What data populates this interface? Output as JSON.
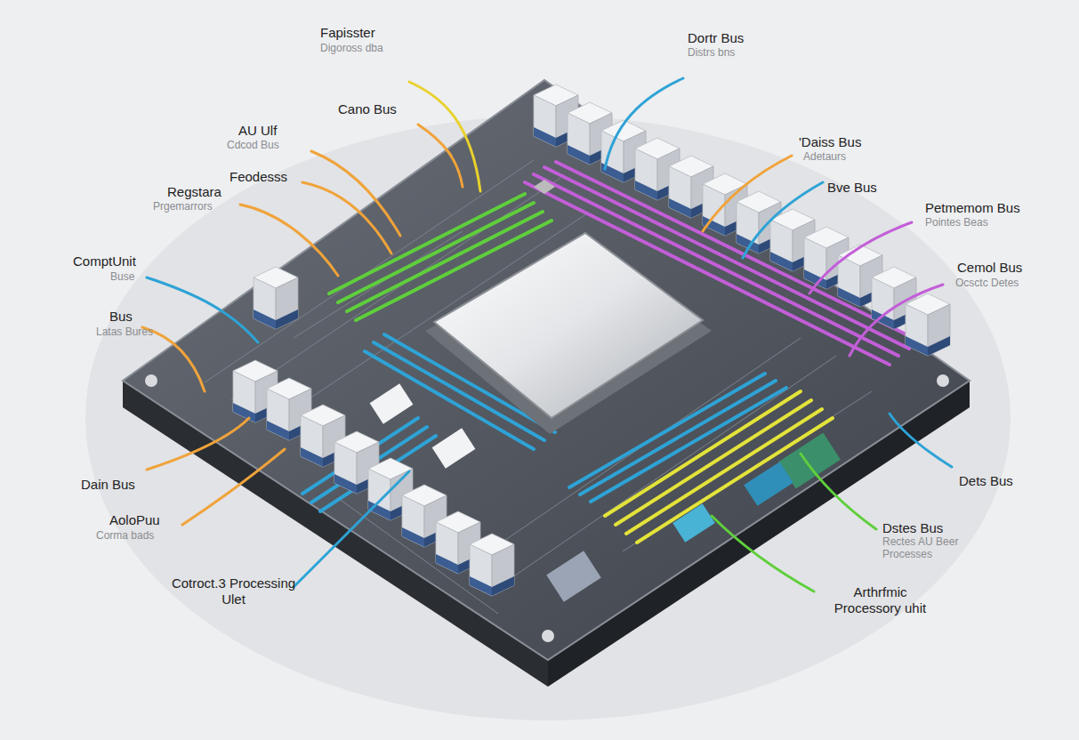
{
  "diagram": {
    "labels": [
      "Fapisster",
      "Digoross dba",
      "Cano Bus",
      "AU Ulf",
      "Cdcod Bus",
      "Feodesss",
      "Regstara",
      "Prgemarrors",
      "ComptUnit",
      "Buse",
      "Bus",
      "Latas Bures",
      "Dain Bus",
      "AoloPuu",
      "Corma bads",
      "Cotroct.3 Processing Ulet",
      "Dortr Bus",
      "Distrs bns",
      "'Daiss Bus",
      "Adetaurs",
      "Bve Bus",
      "Petmemom Bus",
      "Pointes Beas",
      "Cemol Bus",
      "Ocsctc Detes",
      "Dets Bus",
      "Dstes Bus",
      "Rectes AU Beer",
      "Processes",
      "Arthrfmic Processory uhit"
    ]
  }
}
